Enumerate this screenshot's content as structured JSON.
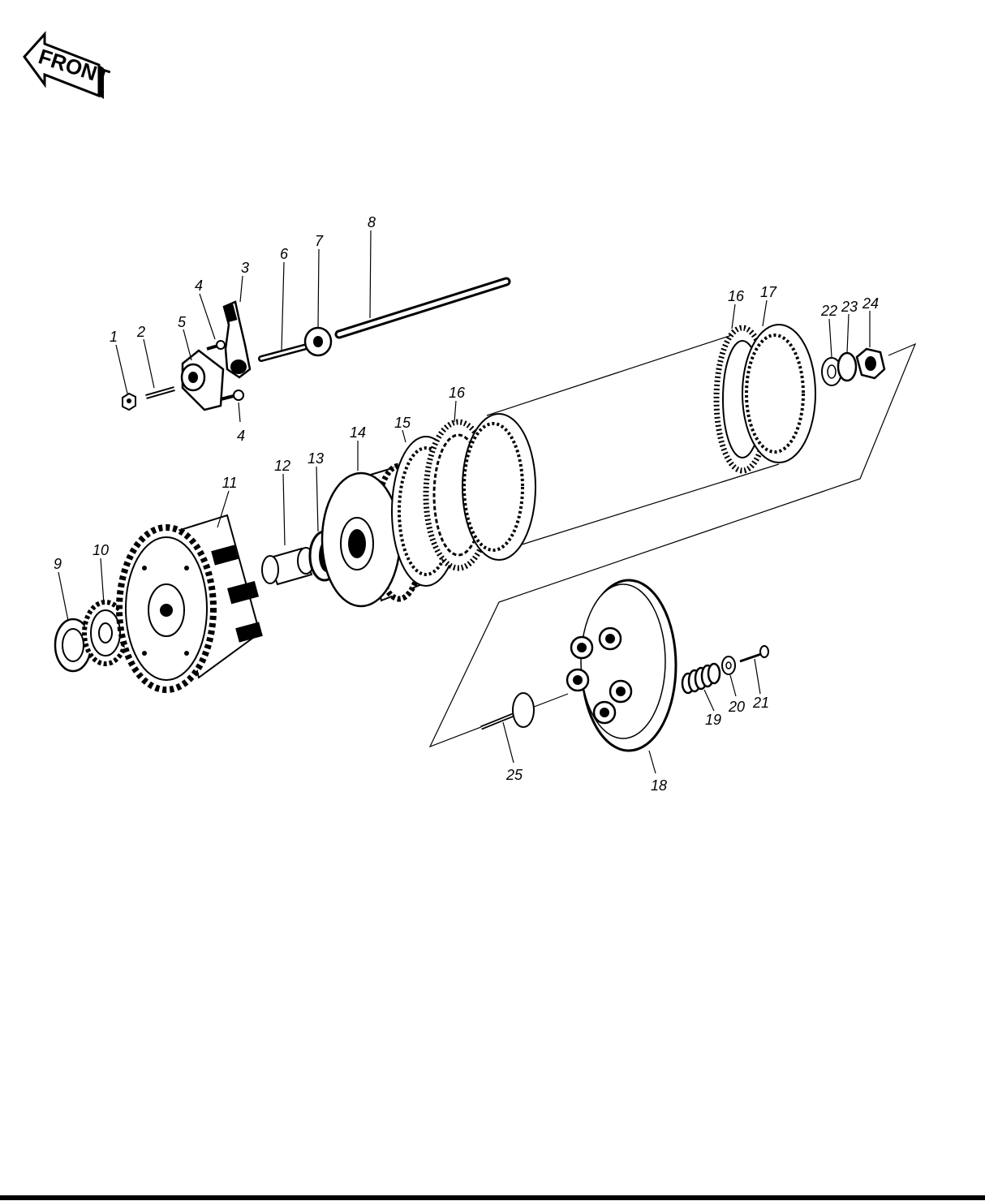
{
  "badge": {
    "text": "FRONT"
  },
  "callouts": [
    {
      "id": "c1",
      "text": "1"
    },
    {
      "id": "c2",
      "text": "2"
    },
    {
      "id": "c3",
      "text": "3"
    },
    {
      "id": "c4a",
      "text": "4"
    },
    {
      "id": "c4b",
      "text": "4"
    },
    {
      "id": "c5",
      "text": "5"
    },
    {
      "id": "c6",
      "text": "6"
    },
    {
      "id": "c7",
      "text": "7"
    },
    {
      "id": "c8",
      "text": "8"
    },
    {
      "id": "c9",
      "text": "9"
    },
    {
      "id": "c10",
      "text": "10"
    },
    {
      "id": "c11",
      "text": "11"
    },
    {
      "id": "c12",
      "text": "12"
    },
    {
      "id": "c13",
      "text": "13"
    },
    {
      "id": "c14",
      "text": "14"
    },
    {
      "id": "c15",
      "text": "15"
    },
    {
      "id": "c16a",
      "text": "16"
    },
    {
      "id": "c16b",
      "text": "16"
    },
    {
      "id": "c17",
      "text": "17"
    },
    {
      "id": "c18",
      "text": "18"
    },
    {
      "id": "c19",
      "text": "19"
    },
    {
      "id": "c20",
      "text": "20"
    },
    {
      "id": "c21",
      "text": "21"
    },
    {
      "id": "c22",
      "text": "22"
    },
    {
      "id": "c23",
      "text": "23"
    },
    {
      "id": "c24",
      "text": "24"
    },
    {
      "id": "c25",
      "text": "25"
    }
  ]
}
